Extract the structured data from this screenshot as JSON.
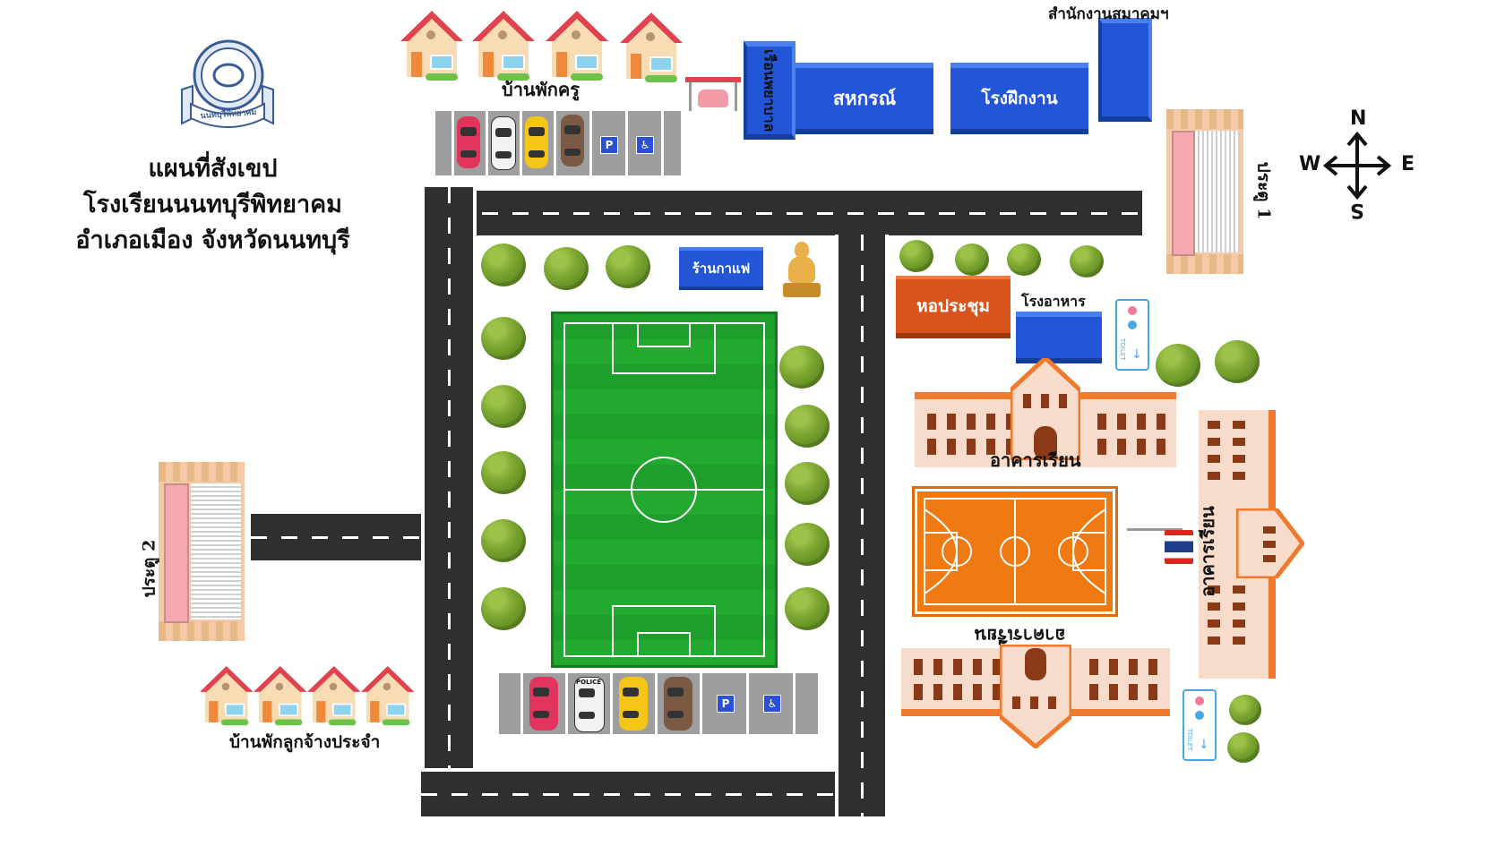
{
  "map": {
    "title_lines": [
      "แผนที่สังเขป",
      "โรงเรียนนนทบุรีพิทยาคม",
      "อำเภอเมือง จังหวัดนนทบุรี"
    ],
    "logo_text": "นนทบุรีพิทยาคม",
    "compass": {
      "n": "N",
      "s": "S",
      "e": "E",
      "w": "W"
    },
    "places": {
      "teacher_housing": "บ้านพักครู",
      "staff_housing": "บ้านพักลูกจ้างประจำ",
      "cooperative": "สหกรณ์",
      "training_building": "โรงฝึกงาน",
      "association_office": "สำนักงานสมาคมฯ",
      "vertical_building": "เรือนพยาบาล",
      "coffee_shop": "ร้านกาแฟ",
      "auditorium": "หอประชุม",
      "cafeteria": "โรงอาหาร",
      "classroom_building_1": "อาคารเรียน",
      "classroom_building_2": "อาคารเรียน",
      "classroom_building_3": "อาคารเรียน",
      "gate_1": "ประตู 1",
      "gate_2": "ประตู 2",
      "toilet": "TOILET",
      "parking_p": "P",
      "police": "POLICE"
    },
    "colors": {
      "field": "#1e9e2a",
      "court": "#f07a12",
      "blue_building": "#2256d6",
      "auditorium": "#d9541c",
      "road": "#2f2f2f"
    }
  }
}
